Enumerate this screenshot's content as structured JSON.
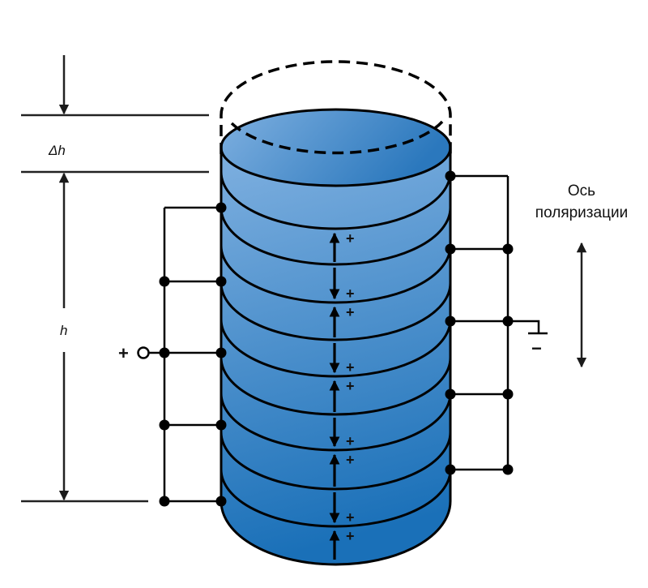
{
  "title": "Piezoelectric stack actuator",
  "labels": {
    "delta_h": "Δh",
    "h": "h",
    "axis_line1": "Ось",
    "axis_line2": "поляризации",
    "plus_terminal": "+",
    "minus_terminal": "−",
    "plus_mark": "+"
  },
  "stack": {
    "layer_count": 9,
    "polarization_pattern": [
      "up",
      "down",
      "up",
      "down",
      "up",
      "down",
      "up",
      "down",
      "up"
    ],
    "colors": {
      "top_face_light": "#7fb0e0",
      "top_face_dark": "#2b78bd",
      "body_light": "#7fb0e0",
      "body_dark": "#1a70b8",
      "outline": "#000000"
    }
  },
  "connections": {
    "left_bus": "positive electrode bus (5 taps)",
    "right_bus": "ground electrode bus (5 taps)"
  }
}
